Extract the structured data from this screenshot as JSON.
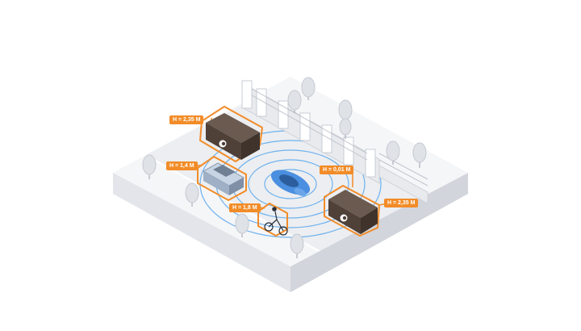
{
  "labels": {
    "van_left": "H = 2,35 M",
    "car_left": "H = 1,4 M",
    "cyclist": "H = 1,8 M",
    "wall_gap": "H = 0,01 M",
    "van_right": "H = 2,35 M"
  },
  "colors": {
    "accent": "#f28c28",
    "van_body": "#5a4a40",
    "ego_car": "#4a8fe0",
    "sensor_waves": "#5aa7ee",
    "ground": "#f4f5f7"
  },
  "icons": [
    "van-icon",
    "car-icon",
    "cyclist-icon",
    "tree-icon",
    "fence-icon",
    "sensor-wave-icon"
  ]
}
